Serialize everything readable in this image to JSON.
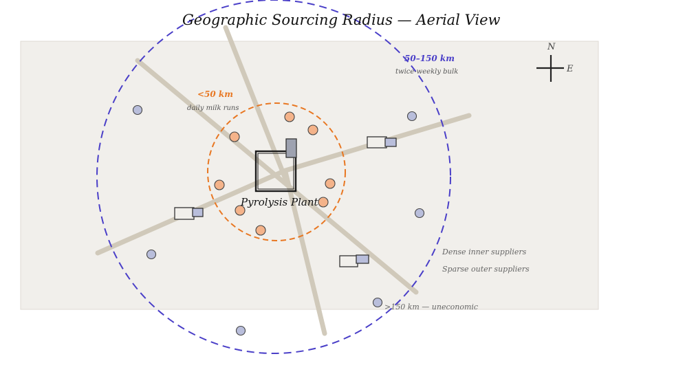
{
  "title": "Geographic Sourcing Radius — Aerial View",
  "compass": {
    "north": "N",
    "east": "E"
  },
  "plant": {
    "label": "Pyrolysis Plant"
  },
  "zones": {
    "inner": {
      "range": "<50 km",
      "note": "daily milk runs",
      "color": "#e87722"
    },
    "outer": {
      "range": "50–150 km",
      "note": "twice-weekly bulk",
      "color": "#4a3fc8"
    },
    "beyond": {
      "note": ">150 km — uneconomic"
    }
  },
  "legend": {
    "dense": "Dense inner suppliers",
    "sparse": "Sparse outer suppliers"
  },
  "colors": {
    "inner_supplier": "#f4b38a",
    "outer_supplier": "#b9bedb",
    "road": "#cfc8b8",
    "ground": "#f1efeb"
  }
}
